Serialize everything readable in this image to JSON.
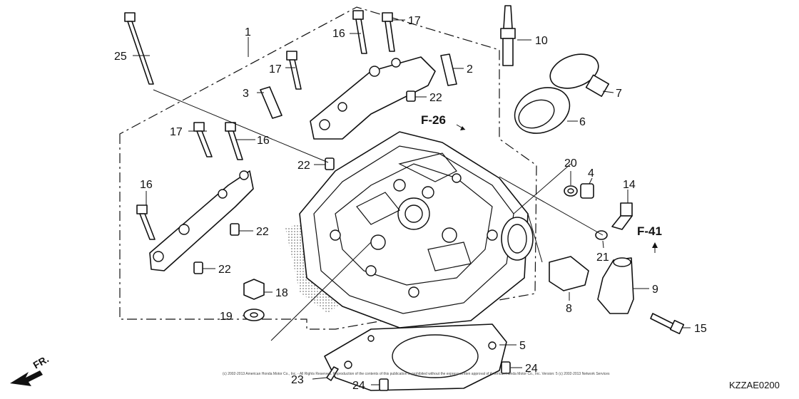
{
  "callouts": [
    {
      "num": "1"
    },
    {
      "num": "2"
    },
    {
      "num": "3"
    },
    {
      "num": "4"
    },
    {
      "num": "5"
    },
    {
      "num": "6"
    },
    {
      "num": "7"
    },
    {
      "num": "8"
    },
    {
      "num": "9"
    },
    {
      "num": "10"
    },
    {
      "num": "14"
    },
    {
      "num": "15"
    },
    {
      "num": "16"
    },
    {
      "num": "16"
    },
    {
      "num": "16"
    },
    {
      "num": "17"
    },
    {
      "num": "17"
    },
    {
      "num": "17"
    },
    {
      "num": "18"
    },
    {
      "num": "19"
    },
    {
      "num": "20"
    },
    {
      "num": "21"
    },
    {
      "num": "22"
    },
    {
      "num": "22"
    },
    {
      "num": "22"
    },
    {
      "num": "22"
    },
    {
      "num": "23"
    },
    {
      "num": "24"
    },
    {
      "num": "24"
    },
    {
      "num": "25"
    }
  ],
  "refs": {
    "f26": "F-26",
    "f41": "F-41"
  },
  "direction_label": "FR.",
  "diagram_code": "KZZAE0200",
  "copyright": "(c) 2002-2013 American Honda Motor Co., Inc. - All Rights Reserved. Reproduction of the contents of this publication is prohibited without the express written approval of American Honda Motor Co., Inc. Version: 5 (c) 2002-2013 Network Services"
}
